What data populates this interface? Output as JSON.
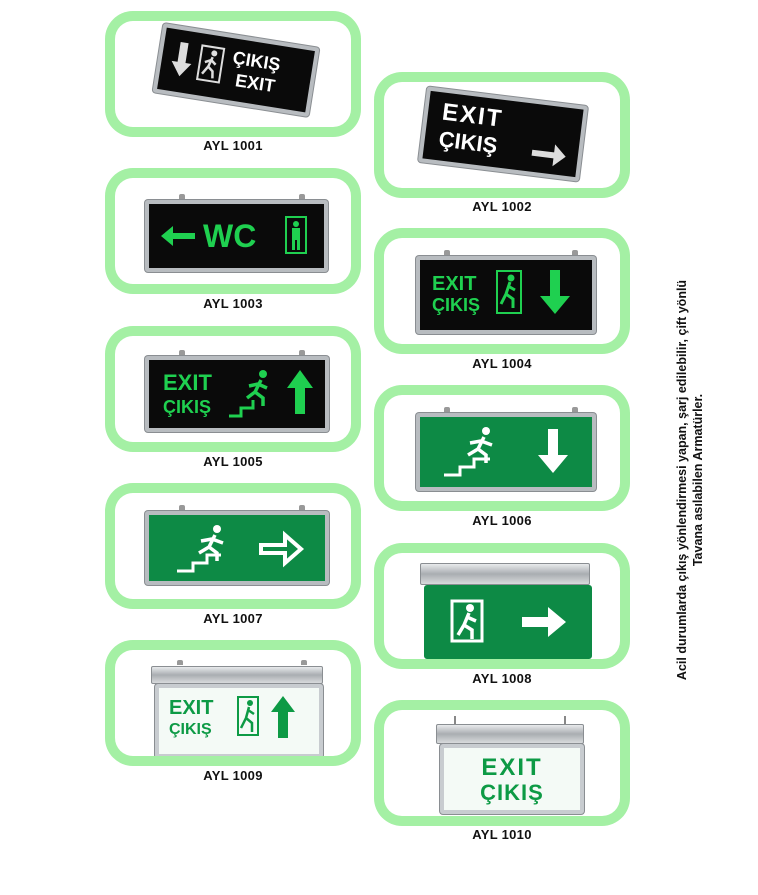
{
  "products": [
    {
      "code": "AYL 1001",
      "line1": "ÇIKIŞ",
      "line2": "EXIT"
    },
    {
      "code": "AYL 1002",
      "line1": "EXIT",
      "line2": "ÇIKIŞ"
    },
    {
      "code": "AYL 1003",
      "line1": "WC"
    },
    {
      "code": "AYL 1004",
      "line1": "EXIT",
      "line2": "ÇIKIŞ"
    },
    {
      "code": "AYL 1005",
      "line1": "EXIT",
      "line2": "ÇIKIŞ"
    },
    {
      "code": "AYL 1006"
    },
    {
      "code": "AYL 1007"
    },
    {
      "code": "AYL 1008"
    },
    {
      "code": "AYL 1009",
      "line1": "EXIT",
      "line2": "ÇIKIŞ"
    },
    {
      "code": "AYL 1010",
      "line1": "EXIT",
      "line2": "ÇIKIŞ"
    }
  ],
  "description": {
    "line1": "Acil durumlarda çıkış yönlendirmesi yapan, şarj edilebilir, çift yönlü",
    "line2": "Tavana asılabilen Armatürler."
  },
  "colors": {
    "card_frame": "#a4f0a4",
    "sign_green": "#0d8a45",
    "sign_text_green": "#1fd050"
  }
}
